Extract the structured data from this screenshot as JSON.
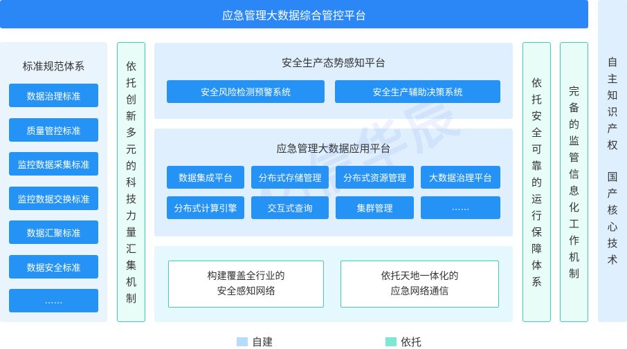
{
  "header": {
    "title": "应急管理大数据综合管控平台"
  },
  "standards": {
    "title": "标准规范体系",
    "items": [
      "数据治理标准",
      "质量管控标准",
      "监控数据采集标准",
      "监控数据交换标准",
      "数据汇聚标准",
      "数据安全标准",
      "……"
    ]
  },
  "left_mechanism": {
    "text": "依托创新多元的科技力量汇集机制"
  },
  "perception_platform": {
    "title": "安全生产态势感知平台",
    "items": [
      "安全风险检测预警系统",
      "安全生产辅助决策系统"
    ]
  },
  "application_platform": {
    "title": "应急管理大数据应用平台",
    "items": [
      "数据集成平台",
      "分布式存储管理",
      "分布式资源管理",
      "大数据治理平台",
      "分布式计算引擎",
      "交互式查询",
      "集群管理",
      "……"
    ]
  },
  "network": {
    "items": [
      {
        "line1": "构建覆盖全行业的",
        "line2": "安全感知网络"
      },
      {
        "line1": "依托天地一体化的",
        "line2": "应急网络通信"
      }
    ]
  },
  "right_mechanisms": [
    {
      "text": "依托安全可靠的运行保障体系"
    },
    {
      "text": "完备的监管信息化工作机制"
    }
  ],
  "core_tech": {
    "line1": "自主知识产权",
    "line2": "国产核心技术"
  },
  "legend": {
    "items": [
      {
        "label": "自建",
        "color": "#b7dbfd"
      },
      {
        "label": "依托",
        "color": "#7de8d2"
      }
    ]
  },
  "watermark": {
    "text": "亿信华辰"
  }
}
